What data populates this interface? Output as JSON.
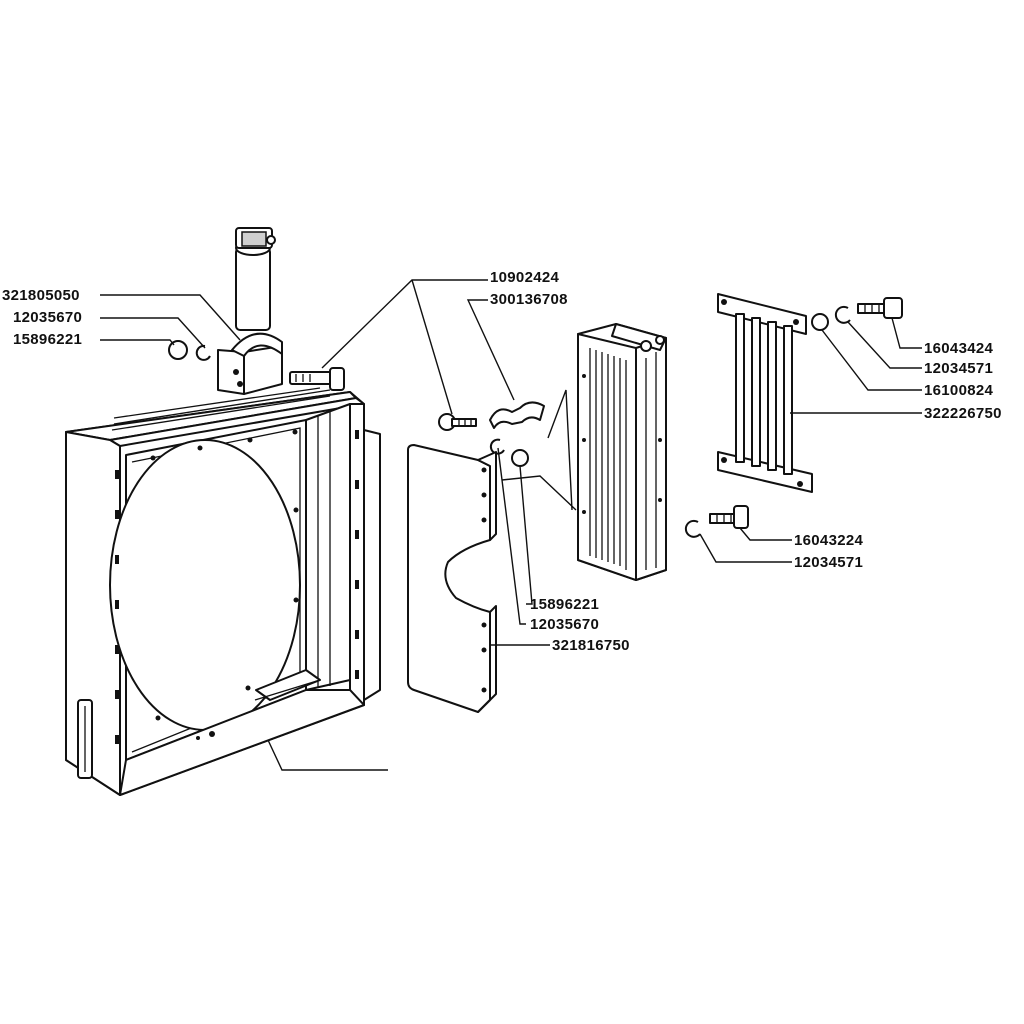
{
  "diagram": {
    "type": "exploded-parts-view",
    "labels": {
      "filter_bracket": "321805050",
      "washer_left": "12035670",
      "nut_left": "15896221",
      "bolt_top": "10902424",
      "clip_top": "300136708",
      "nut_mid": "15896221",
      "washer_mid": "12035670",
      "shroud_panel": "321816750",
      "bolt_right_top": "16043424",
      "washer_right_top": "12034571",
      "nut_right": "16100824",
      "support_frame": "322226750",
      "bolt_right_bottom": "16043224",
      "washer_right_bottom": "12034571"
    }
  }
}
